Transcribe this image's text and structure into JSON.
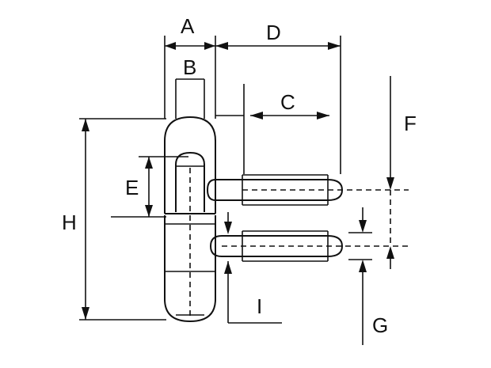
{
  "dimensions": {
    "A": "A",
    "B": "B",
    "C": "C",
    "D": "D",
    "E": "E",
    "F": "F",
    "G": "G",
    "H": "H",
    "I": "I"
  },
  "colors": {
    "line": "#111111",
    "background": "#ffffff"
  }
}
